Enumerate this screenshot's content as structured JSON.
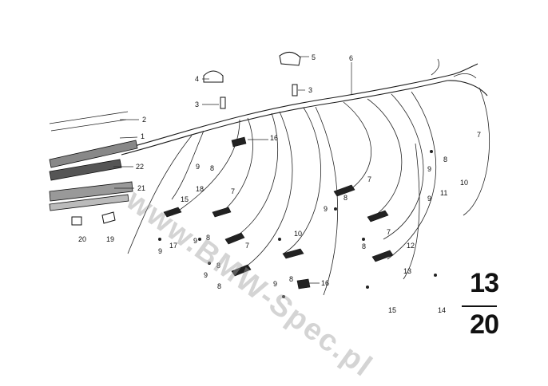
{
  "diagram": {
    "callouts": {
      "c1": "1",
      "c2": "2",
      "c3a": "3",
      "c3b": "3",
      "c4": "4",
      "c5": "5",
      "c6": "6",
      "c7a": "7",
      "c7b": "7",
      "c7c": "7",
      "c7d": "7",
      "c7e": "7",
      "c8a": "8",
      "c8b": "8",
      "c8c": "8",
      "c8d": "8",
      "c8e": "8",
      "c8f": "8",
      "c8g": "8",
      "c8h": "8",
      "c9a": "9",
      "c9b": "9",
      "c9c": "9",
      "c9d": "9",
      "c9e": "9",
      "c9f": "9",
      "c9g": "9",
      "c9h": "9",
      "c10a": "10",
      "c10b": "10",
      "c11": "11",
      "c12": "12",
      "c13": "13",
      "c14": "14",
      "c15a": "15",
      "c15b": "15",
      "c16a": "16",
      "c16b": "16",
      "c17": "17",
      "c18": "18",
      "c19": "19",
      "c20": "20",
      "c21": "21",
      "c22": "22"
    },
    "group_number_top": "13",
    "group_number_bottom": "20",
    "watermark": "www.BMW-Spec.pl"
  }
}
